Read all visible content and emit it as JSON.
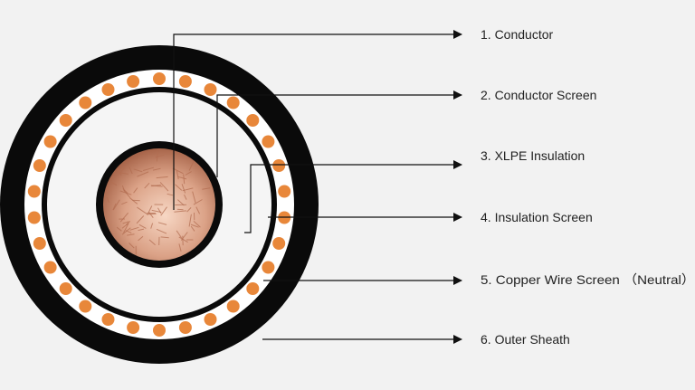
{
  "colors": {
    "background": "#f2f2f2",
    "sheath": "#0a0a0a",
    "insulation": "#ffffff",
    "copper_wire": "#e8873a",
    "conductor_light": "#f3cdb6",
    "conductor_dark": "#b36e52",
    "line": "#111111"
  },
  "labels": [
    {
      "text": "1. Conductor"
    },
    {
      "text": "2. Conductor Screen"
    },
    {
      "text": "3. XLPE Insulation"
    },
    {
      "text": "4. Insulation Screen"
    },
    {
      "text": "5. Copper Wire Screen  （Neutral）"
    },
    {
      "text": "6. Outer Sheath"
    }
  ],
  "icons": {
    "arrow": "arrow-right-icon"
  }
}
